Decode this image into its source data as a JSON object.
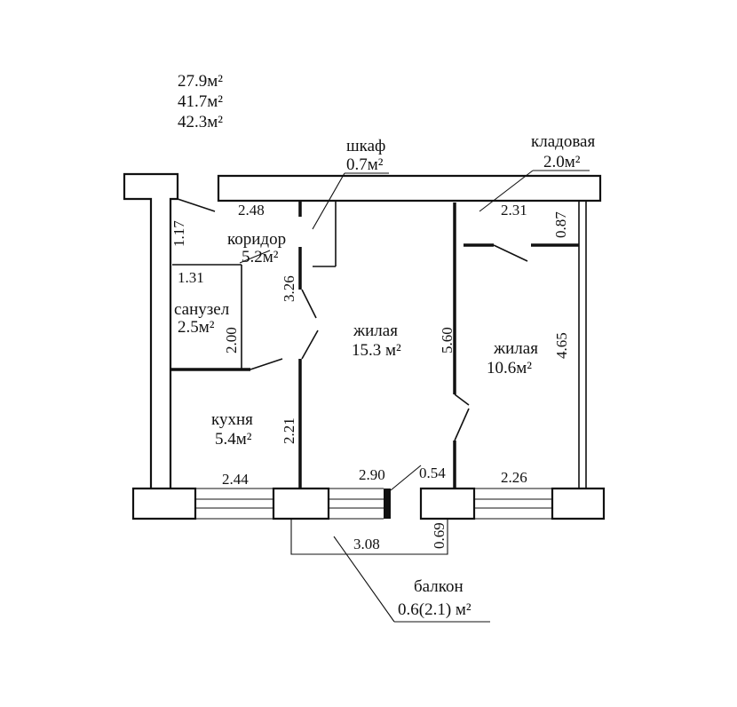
{
  "totals": {
    "area_living": "27.9м²",
    "area_total": "41.7м²",
    "area_with_balcony": "42.3м²"
  },
  "rooms": {
    "closet": {
      "name": "шкаф",
      "area": "0.7м²"
    },
    "storage": {
      "name": "кладовая",
      "area": "2.0м²"
    },
    "corridor": {
      "name": "коридор",
      "area": "5.2м²"
    },
    "bathroom": {
      "name": "санузел",
      "area": "2.5м²"
    },
    "living_main": {
      "name": "жилая",
      "area": "15.3 м²"
    },
    "living_second": {
      "name": "жилая",
      "area": "10.6м²"
    },
    "kitchen": {
      "name": "кухня",
      "area": "5.4м²"
    },
    "balcony": {
      "name": "балкон",
      "area": "0.6(2.1) м²"
    }
  },
  "dims": {
    "corridor_top": "2.48",
    "corridor_side": "1.17",
    "bath_top": "1.31",
    "corridor_len": "3.26",
    "bath_side": "2.00",
    "kitchen_side": "2.21",
    "kitchen_width": "2.44",
    "living_depth": "5.60",
    "storage_width": "2.31",
    "storage_depth": "0.87",
    "living2_depth": "4.65",
    "living_width": "2.90",
    "balcony_door": "0.54",
    "living2_width": "2.26",
    "balcony_len": "3.08",
    "balcony_depth": "0.69"
  }
}
